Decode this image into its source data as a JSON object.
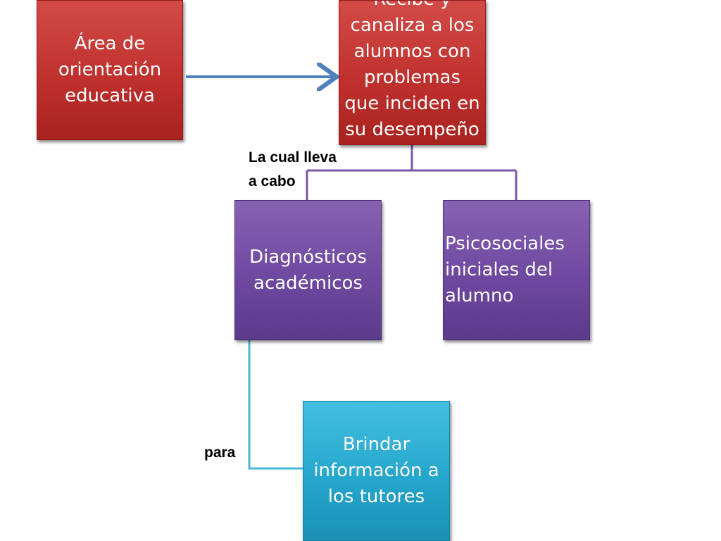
{
  "diagram": {
    "nodes": {
      "area": {
        "text": "Área de\norientación\neducativa"
      },
      "recibe": {
        "text": "Recibe y\ncanaliza a los\nalumnos con\nproblemas\nque inciden en\nsu desempeño"
      },
      "diagnosticos": {
        "text": "Diagnósticos\nacadémicos"
      },
      "psicosociales": {
        "text": "Psicosociales\niniciales del\nalumno"
      },
      "brindar": {
        "text": "Brindar\ninformación a\nlos tutores"
      }
    },
    "labels": {
      "lleva": "La cual  lleva\na cabo",
      "para": "para"
    },
    "colors": {
      "red_box": "#c0312e",
      "purple_box": "#6f49a0",
      "cyan_box": "#25a7cd",
      "arrow": "#4f81bd",
      "purple_connector": "#7b57a6",
      "cyan_connector": "#4bb8d4"
    }
  }
}
